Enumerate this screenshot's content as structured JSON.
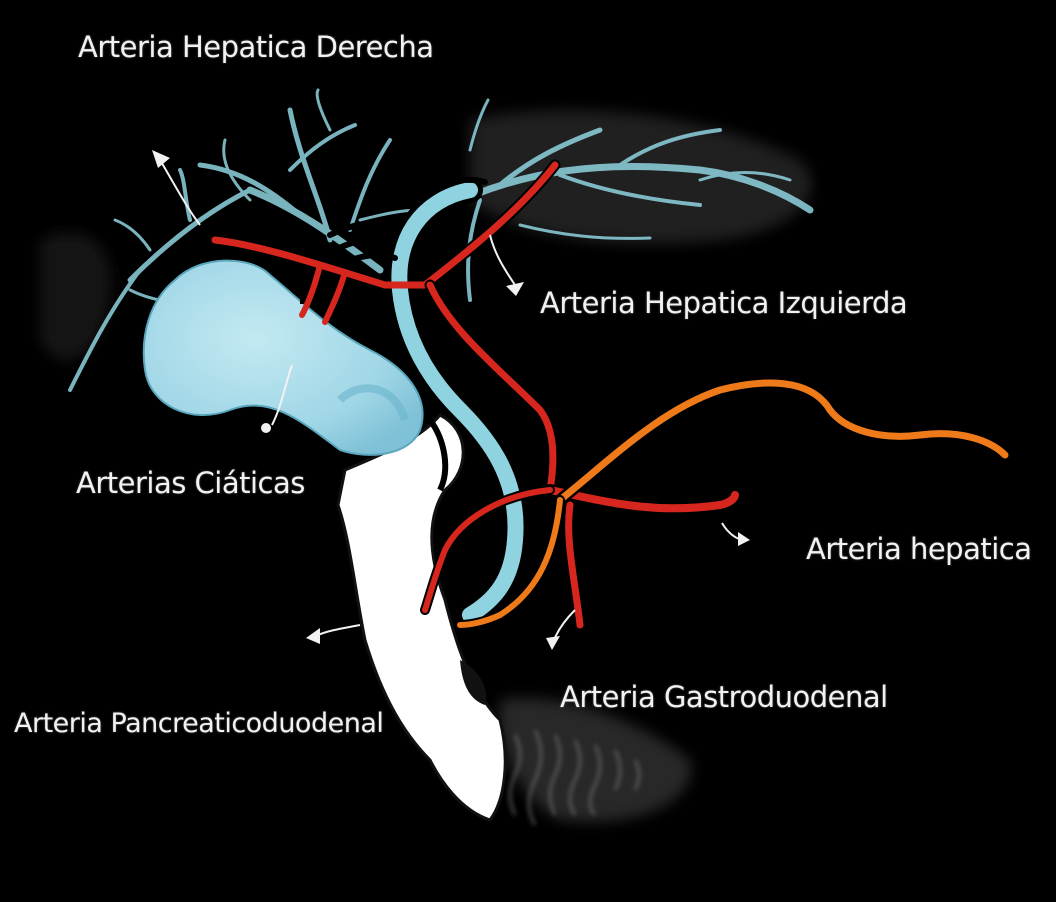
{
  "labels": {
    "derecha": "Arteria Hepatica Derecha",
    "izquierda": "Arteria Hepatica Izquierda",
    "ciaticas": "Arterias Ciáticas",
    "hepatica": "Arteria hepatica",
    "gastroduodenal": "Arteria Gastroduodenal",
    "pancreaticoduodenal": "Arteria Pancreaticoduodenal"
  },
  "colors": {
    "background": "#000000",
    "biliary": "#8fd3e0",
    "gallbladder": "#a6dbe8",
    "artery": "#d7261e",
    "common_hepatic_artery": "#ee7a1a",
    "duodenum": "#ffffff",
    "label_text": "#f2f2f2"
  }
}
